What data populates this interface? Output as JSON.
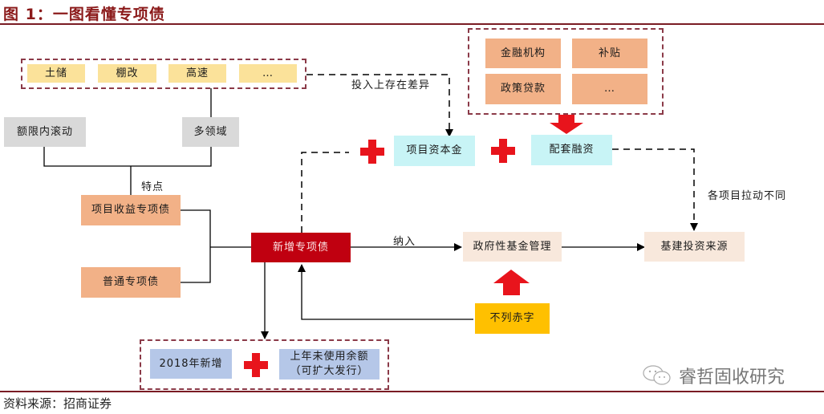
{
  "title": "图 1：一图看懂专项债",
  "source": "资料来源：招商证券",
  "watermark": "睿哲固收研究",
  "sectors": [
    "土储",
    "棚改",
    "高速",
    "…"
  ],
  "features": {
    "rolling": "额限内滚动",
    "multi": "多领域",
    "label": "特点"
  },
  "types": {
    "revenue": "项目收益专项债",
    "general": "普通专项债"
  },
  "core": "新增专项债",
  "capital": "项目资本金",
  "capital_note": "投入上存在差异",
  "financing": "配套融资",
  "financing_sources": [
    "金融机构",
    "补贴",
    "政策贷款",
    "…"
  ],
  "fund_mgmt": "政府性基金管理",
  "include_label": "纳入",
  "infra": "基建投资来源",
  "infra_note": "各项目拉动不同",
  "no_deficit": "不列赤字",
  "quota": {
    "new_2018": "2018年新增",
    "unused_line1": "上年未使用余额",
    "unused_line2": "（可扩大发行）"
  },
  "colors": {
    "title": "#8b1a1a",
    "core": "#c00010",
    "plus": "#e8141c",
    "dash": "#8b3a48"
  }
}
